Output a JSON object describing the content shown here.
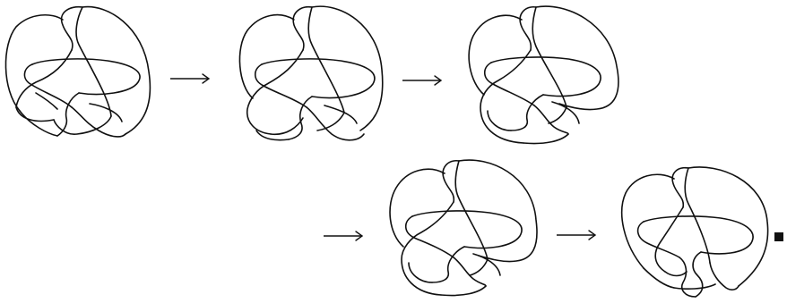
{
  "figure": {
    "knot_diagrams": [
      {
        "name": "knot-diagram-1",
        "stage": 1
      },
      {
        "name": "knot-diagram-2",
        "stage": 2
      },
      {
        "name": "knot-diagram-3",
        "stage": 3
      },
      {
        "name": "knot-diagram-4",
        "stage": 4
      },
      {
        "name": "knot-diagram-5",
        "stage": 5
      }
    ],
    "arrows": [
      "→",
      "→",
      "→",
      "→"
    ],
    "end_mark": "■",
    "colors": {
      "ink": "#111111",
      "background": "#ffffff"
    }
  }
}
